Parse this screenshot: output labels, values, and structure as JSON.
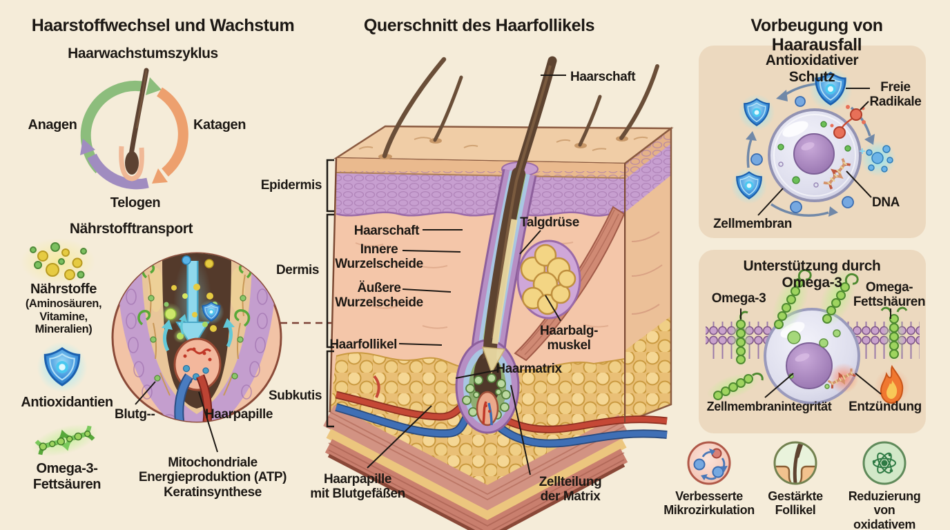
{
  "colors": {
    "background": "#f5ecd9",
    "panel_beige": "#ecd9bf",
    "ink": "#1c1814",
    "anagen_green": "#8cbd7c",
    "katagen_orange": "#eda06e",
    "telogen_purple": "#a08cc0",
    "shield_blue": "#3f93dc",
    "omega_green": "#9ed45f",
    "vessel_red": "#c54836",
    "vessel_blue": "#3f6fb5",
    "epidermis_purple": "#c79fd0",
    "fat_yellow": "#eec684"
  },
  "left": {
    "title": "Haarstoffwechsel und Wachstum",
    "cycle": {
      "title": "Haarwachstumszyklus",
      "phases": [
        {
          "label": "Anagen",
          "color": "#8cbd7c"
        },
        {
          "label": "Katagen",
          "color": "#eda06e"
        },
        {
          "label": "Telogen",
          "color": "#a08cc0"
        }
      ]
    },
    "transport": {
      "title": "Nährstofftransport",
      "nutrients_label": "Nährstoffe",
      "nutrients_sub": "(Aminosäuren,\nVitamine,\nMineralien)",
      "antioxidants_label": "Antioxidantien",
      "omega_label": "Omega-3-\nFettsäuren",
      "inset_labels": {
        "blood": "Blutg--",
        "papilla": "Haarpapille",
        "mitochondria": "Mitochondriale\nEnergieproduktion (ATP)\nKeratinsynthese"
      }
    }
  },
  "center": {
    "title": "Querschnitt des Haarfollikels",
    "labels": {
      "hair_shaft_top": "Haarschaft",
      "epidermis": "Epidermis",
      "dermis": "Dermis",
      "subcutis": "Subkutis",
      "hair_shaft": "Haarschaft",
      "inner_sheath": "Innere\nWurzelscheide",
      "outer_sheath": "Äußere\nWurzelscheide",
      "follicle": "Haarfollikel",
      "sebaceous_gland": "Talgdrüse",
      "arrector_muscle": "Haarbalg-\nmuskel",
      "hair_matrix": "Haarmatrix",
      "papilla_vessels": "Haarpapille\nmit Blutgefäßen",
      "cell_division": "Zellteilung\nder Matrix"
    }
  },
  "right": {
    "title": "Vorbeugung von Haarausfall",
    "panel_antiox": {
      "title": "Antioxidativer Schutz",
      "labels": {
        "free_radicals": "Freie\nRadikale",
        "dna": "DNA",
        "membrane": "Zellmembran"
      }
    },
    "panel_omega": {
      "title": "Unterstützung durch Omega-3",
      "labels": {
        "omega3": "Omega-3",
        "omega_fatty_acids": "Omega-\nFettshäuren",
        "membrane_integrity": "Zellmembranintegrität",
        "inflammation": "Entzündung"
      }
    },
    "benefits": [
      {
        "icon": "microcirculation-icon",
        "label": "Verbesserte\nMikrozirkulation"
      },
      {
        "icon": "follicle-icon",
        "label": "Gestärkte\nFollikel"
      },
      {
        "icon": "atom-icon",
        "label": "Reduzierung von\noxidativem Stress"
      }
    ]
  }
}
